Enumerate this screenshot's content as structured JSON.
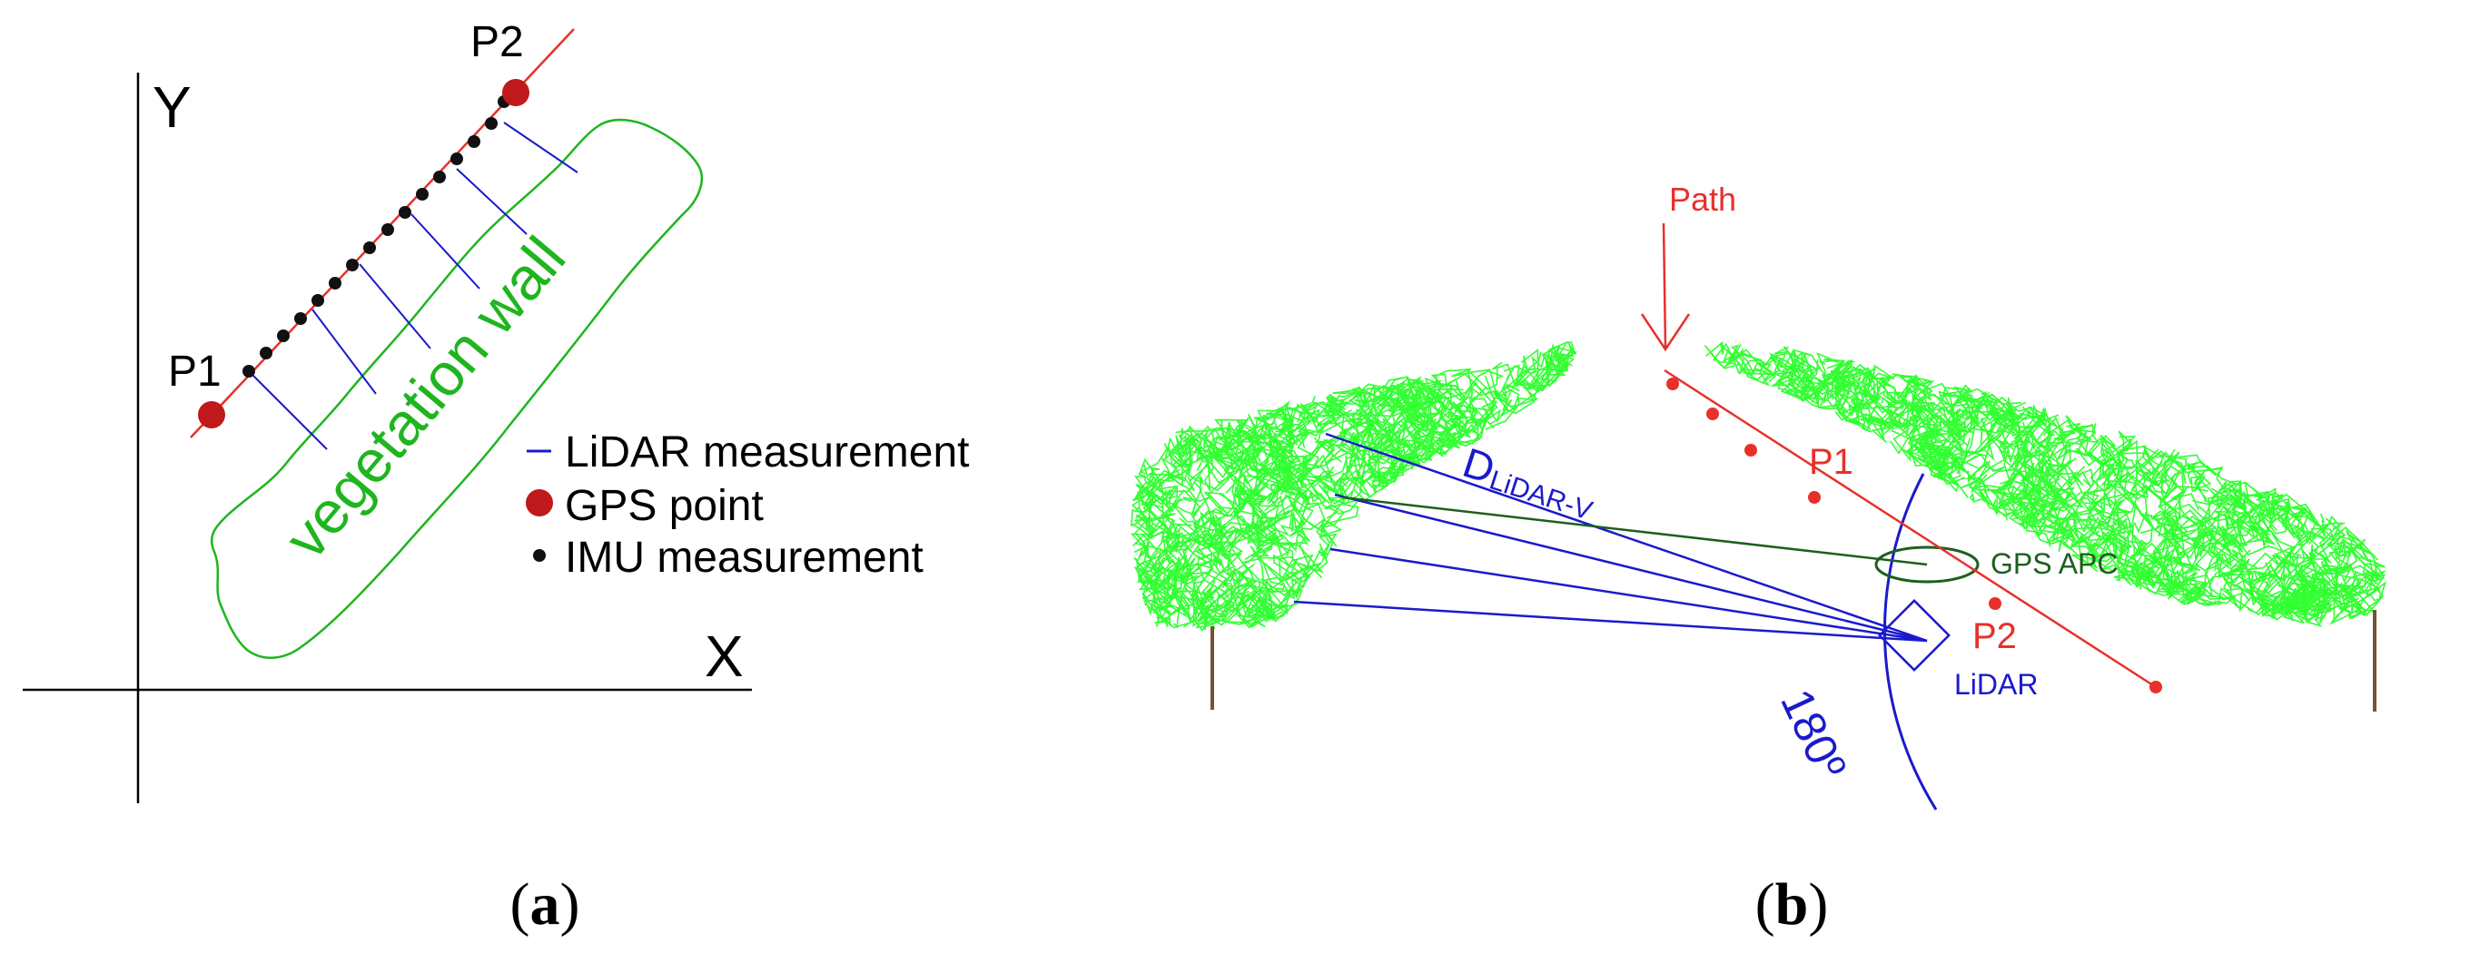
{
  "panel_a": {
    "y_axis_label": "Y",
    "x_axis_label": "X",
    "p1_label": "P1",
    "p2_label": "P2",
    "vegetation_label": "vegetation wall",
    "legend": {
      "lidar": "LiDAR measurement",
      "gps": "GPS point",
      "imu": "IMU measurement"
    },
    "caption": {
      "open": "(",
      "letter": "a",
      "close": ")"
    }
  },
  "panel_b": {
    "path_label": "Path",
    "p1_label": "P1",
    "p2_label": "P2",
    "distance_label_main": "D",
    "distance_label_sub": "LiDAR-V",
    "gps_apc_label": "GPS APC",
    "lidar_label": "LiDAR",
    "angle_label": "180º",
    "caption": {
      "open": "(",
      "letter": "b",
      "close": ")"
    }
  },
  "colors": {
    "axis": "#000000",
    "path_red": "#e8302a",
    "gps_point": "#c0191b",
    "imu_point": "#111111",
    "lidar_blue": "#1a1acc",
    "vegetation_green": "#1fb51f",
    "foliage_green": "#33ff33",
    "gps_apc_green": "#1d5f1d",
    "trunk_brown": "#7a5230"
  }
}
